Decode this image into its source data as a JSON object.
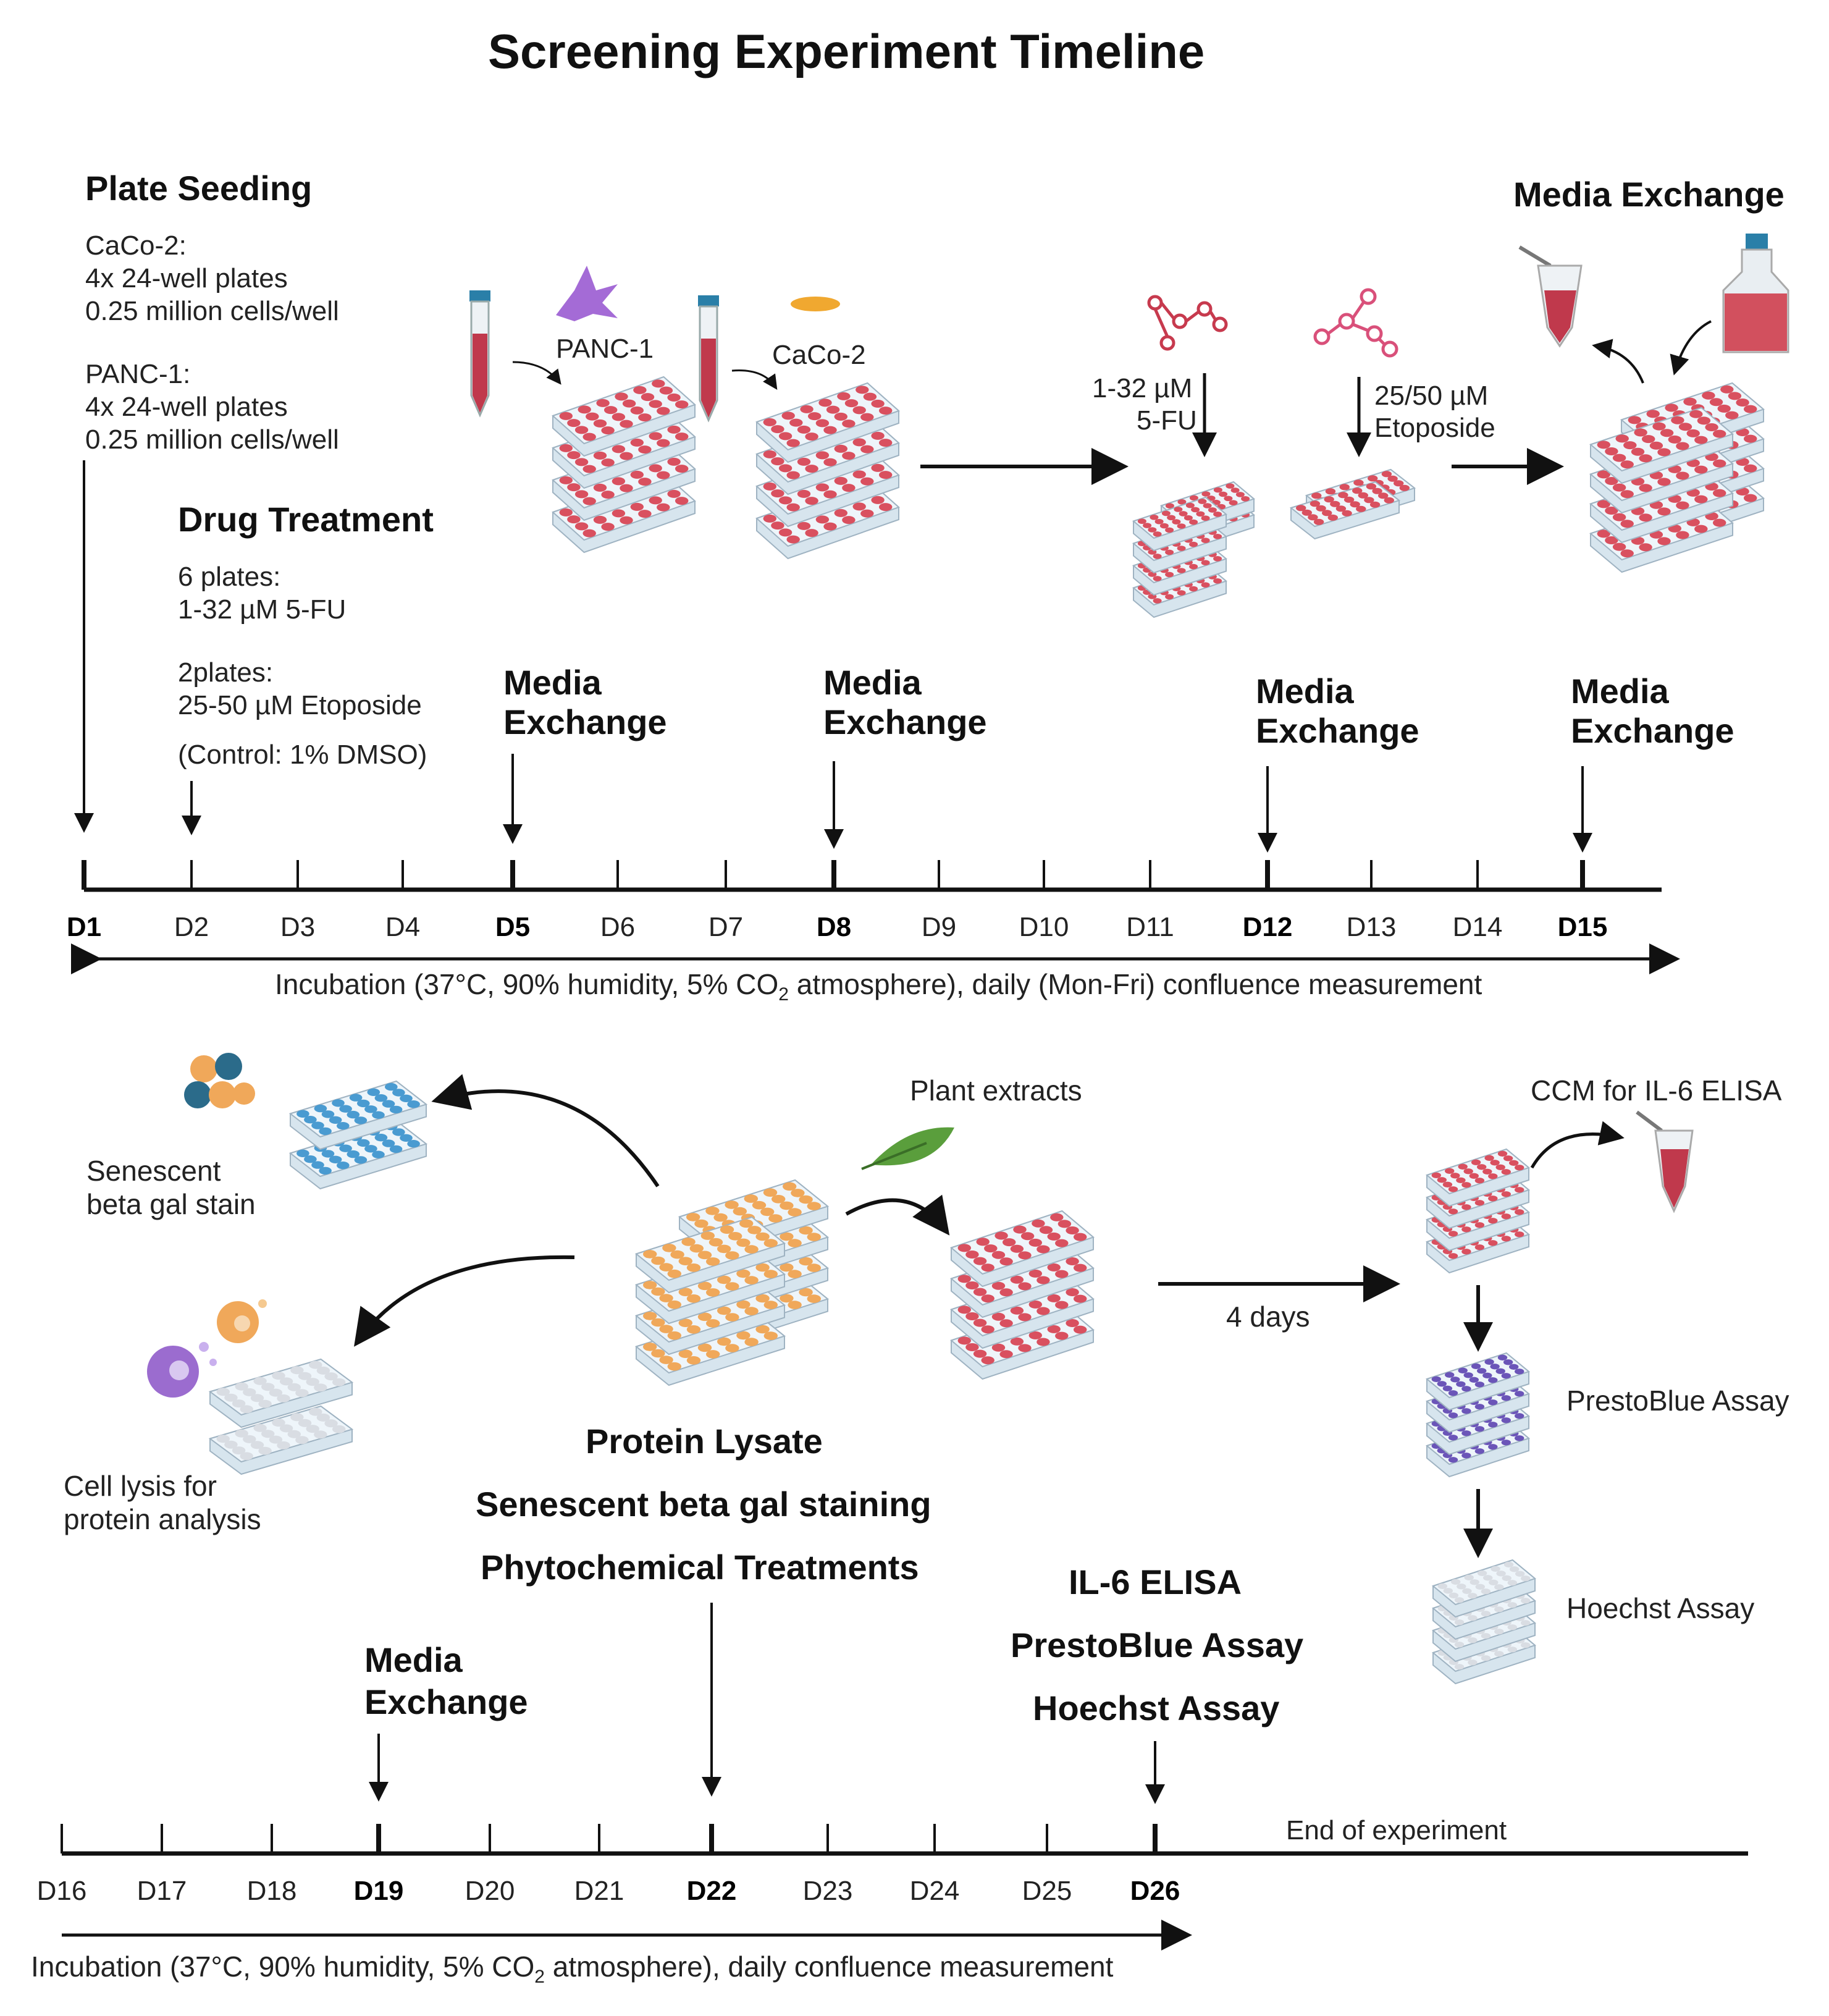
{
  "title": "Screening Experiment Timeline",
  "top": {
    "plate_seeding": {
      "heading": "Plate Seeding",
      "caco2_lines": [
        "CaCo-2:",
        "4x 24-well plates",
        "0.25 million cells/well"
      ],
      "panc1_lines": [
        "PANC-1:",
        "4x 24-well plates",
        "0.25 million cells/well"
      ]
    },
    "drug_treatment": {
      "heading": "Drug Treatment",
      "lines1": [
        "6 plates:",
        "1-32 µM 5-FU"
      ],
      "lines2": [
        "2plates:",
        "25-50 µM Etoposide"
      ],
      "control": "(Control: 1% DMSO)"
    },
    "illustration_labels": {
      "panc1": "PANC-1",
      "caco2": "CaCo-2",
      "fu_dose": [
        "1-32 µM",
        "5-FU"
      ],
      "etoposide_dose": [
        "25/50 µM",
        "Etoposide"
      ],
      "media_exchange": "Media Exchange"
    },
    "media_exchange_labels": [
      [
        "Media",
        "Exchange"
      ],
      [
        "Media",
        "Exchange"
      ],
      [
        "Media",
        "Exchange"
      ],
      [
        "Media",
        "Exchange"
      ]
    ],
    "days": [
      {
        "label": "D1",
        "bold": true
      },
      {
        "label": "D2",
        "bold": false
      },
      {
        "label": "D3",
        "bold": false
      },
      {
        "label": "D4",
        "bold": false
      },
      {
        "label": "D5",
        "bold": true
      },
      {
        "label": "D6",
        "bold": false
      },
      {
        "label": "D7",
        "bold": false
      },
      {
        "label": "D8",
        "bold": true
      },
      {
        "label": "D9",
        "bold": false
      },
      {
        "label": "D10",
        "bold": false
      },
      {
        "label": "D11",
        "bold": false
      },
      {
        "label": "D12",
        "bold": true
      },
      {
        "label": "D13",
        "bold": false
      },
      {
        "label": "D14",
        "bold": false
      },
      {
        "label": "D15",
        "bold": true
      }
    ],
    "incubation_text_pre": "Incubation (37°C, 90% humidity, 5% CO",
    "incubation_sub": "2",
    "incubation_text_post": " atmosphere), daily (Mon-Fri) confluence measurement"
  },
  "bottom": {
    "senescent_label": [
      "Senescent",
      "beta gal stain"
    ],
    "cell_lysis_label": [
      "Cell lysis for",
      "protein analysis"
    ],
    "plant_extracts": "Plant extracts",
    "four_days": "4 days",
    "ccm_label": "CCM for IL-6 ELISA",
    "prestoblue_label": "PrestoBlue Assay",
    "hoechst_label": "Hoechst Assay",
    "center_lines": [
      "Protein Lysate",
      "Senescent beta gal staining",
      "Phytochemical Treatments"
    ],
    "assay_lines": [
      "IL-6 ELISA",
      "PrestoBlue Assay",
      "Hoechst Assay"
    ],
    "media_exchange": [
      "Media",
      "Exchange"
    ],
    "end_of_experiment": "End of experiment",
    "days": [
      {
        "label": "D16",
        "bold": false
      },
      {
        "label": "D17",
        "bold": false
      },
      {
        "label": "D18",
        "bold": false
      },
      {
        "label": "D19",
        "bold": true
      },
      {
        "label": "D20",
        "bold": false
      },
      {
        "label": "D21",
        "bold": false
      },
      {
        "label": "D22",
        "bold": true
      },
      {
        "label": "D23",
        "bold": false
      },
      {
        "label": "D24",
        "bold": false
      },
      {
        "label": "D25",
        "bold": false
      },
      {
        "label": "D26",
        "bold": true
      }
    ],
    "incubation_text_pre": "Incubation (37°C, 90% humidity, 5% CO",
    "incubation_sub": "2",
    "incubation_text_post": " atmosphere), daily confluence measurement"
  },
  "colors": {
    "plate_red": "#d9505f",
    "plate_orange": "#f0a85a",
    "plate_blue": "#4a9bd1",
    "plate_purple": "#6b55b8",
    "plate_grey": "#d9dde3",
    "plate_body": "#d7e5ee",
    "drug_red": "#c73a4e",
    "drug_pink": "#d9507a",
    "leaf_green": "#5a9e3c",
    "cell_purple": "#9b6ccf"
  }
}
